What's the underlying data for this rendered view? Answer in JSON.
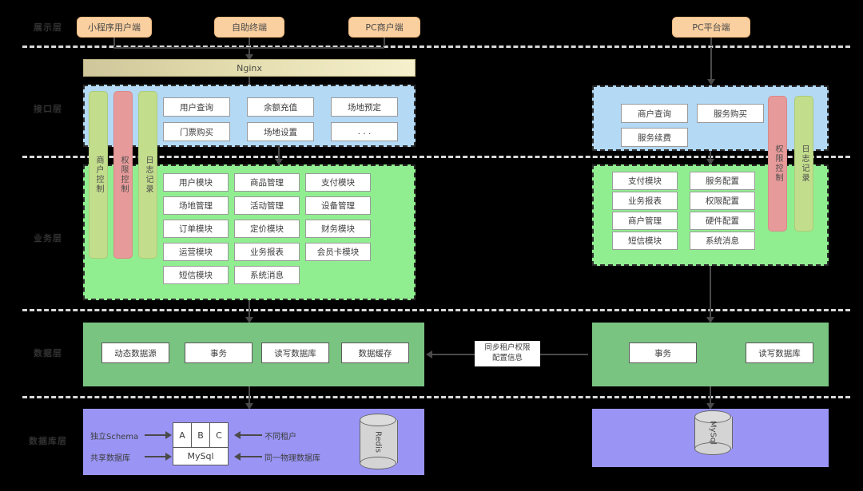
{
  "layers": [
    {
      "key": "presentation",
      "label": "展示层"
    },
    {
      "key": "interface",
      "label": "接口层"
    },
    {
      "key": "business",
      "label": "业务层"
    },
    {
      "key": "data",
      "label": "数据层"
    },
    {
      "key": "database",
      "label": "数据库层"
    }
  ],
  "clients": [
    {
      "label": "小程序用户端"
    },
    {
      "label": "自助终端"
    },
    {
      "label": "PC商户端"
    },
    {
      "label": "PC平台端"
    }
  ],
  "gateway": {
    "label": "Nginx"
  },
  "left": {
    "interface_modules": [
      "用户查询",
      "余额充值",
      "场地预定",
      "门票购买",
      "场地设置",
      ". . ."
    ],
    "cross_bars": [
      {
        "label": "商户控制",
        "color": "#c2dd8c"
      },
      {
        "label": "权限控制",
        "color": "#e79a9a"
      },
      {
        "label": "日志记录",
        "color": "#c2dd8c"
      }
    ],
    "business_modules": [
      "用户模块",
      "商品管理",
      "支付模块",
      "场地管理",
      "活动管理",
      "设备管理",
      "订单模块",
      "定价模块",
      "财务模块",
      "运营模块",
      "业务报表",
      "会员卡模块",
      "短信模块",
      "系统消息"
    ],
    "data_modules": [
      "动态数据源",
      "事务",
      "读写数据库",
      "数据缓存"
    ],
    "database": {
      "schema_cells": [
        "A",
        "B",
        "C"
      ],
      "mysql_label": "MySql",
      "left_annotations": [
        "独立Schema",
        "共享数据库"
      ],
      "right_annotations": [
        "不同租户",
        "同一物理数据库"
      ],
      "cache_label": "Redis"
    }
  },
  "right": {
    "interface_modules": [
      "商户查询",
      "服务购买",
      "服务续费"
    ],
    "cross_bars": [
      {
        "label": "权限控制",
        "color": "#e79a9a"
      },
      {
        "label": "日志记录",
        "color": "#c2dd8c"
      }
    ],
    "business_modules": [
      "支付模块",
      "服务配置",
      "业务报表",
      "权限配置",
      "商户管理",
      "硬件配置",
      "短信模块",
      "系统消息"
    ],
    "data_modules": [
      "事务",
      "读写数据库"
    ],
    "database": {
      "cylinder_label": "MySql"
    }
  },
  "connector": {
    "sync_note_line1": "同步租户权限",
    "sync_note_line2": "配置信息"
  },
  "colors": {
    "client_fill": "#fbd0a0",
    "interface_fill": "#b3d9f5",
    "business_fill": "#90ee90",
    "data_fill": "#79c481",
    "database_fill": "#9a95f5",
    "bar_green": "#c2dd8c",
    "bar_red": "#e79a9a",
    "separator": "#d8d8d8"
  }
}
